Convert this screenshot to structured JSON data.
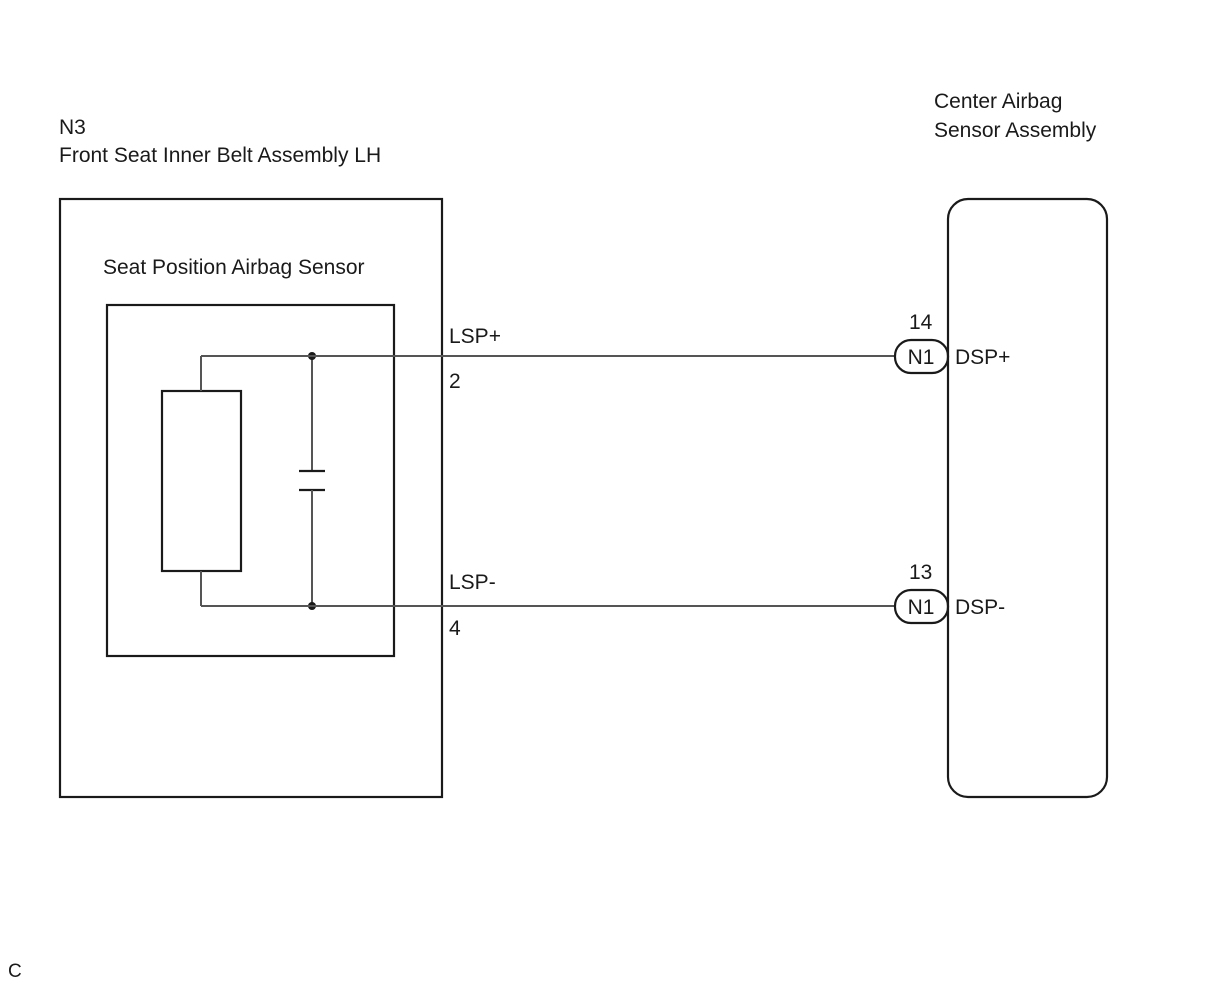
{
  "left_component": {
    "code": "N3",
    "name": "Front Seat Inner Belt Assembly LH",
    "inner_label": "Seat Position Airbag Sensor"
  },
  "right_component": {
    "name_line1": "Center Airbag",
    "name_line2": "Sensor Assembly"
  },
  "terminals": [
    {
      "left_signal": "LSP+",
      "left_pin": "2",
      "connector": "N1",
      "right_pin": "14",
      "right_signal": "DSP+"
    },
    {
      "left_signal": "LSP-",
      "left_pin": "4",
      "connector": "N1",
      "right_pin": "13",
      "right_signal": "DSP-"
    }
  ],
  "footer_code": "C"
}
